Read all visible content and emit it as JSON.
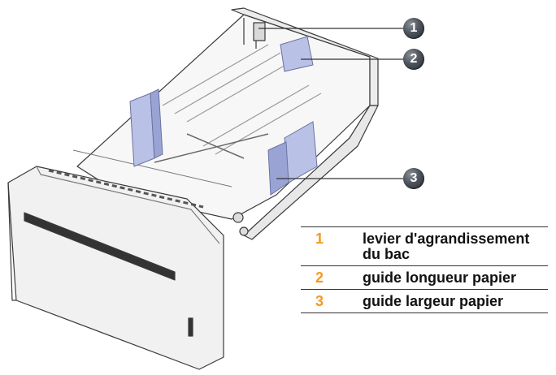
{
  "colors": {
    "number_accent": "#f39a1f",
    "guide_blue": "#b9c2e6",
    "callout_badge": "#4d535b",
    "line": "#333333"
  },
  "callouts": [
    {
      "number": "1",
      "label": "levier d'agrandissement du bac"
    },
    {
      "number": "2",
      "label": "guide longueur papier"
    },
    {
      "number": "3",
      "label": "guide largeur papier"
    }
  ]
}
